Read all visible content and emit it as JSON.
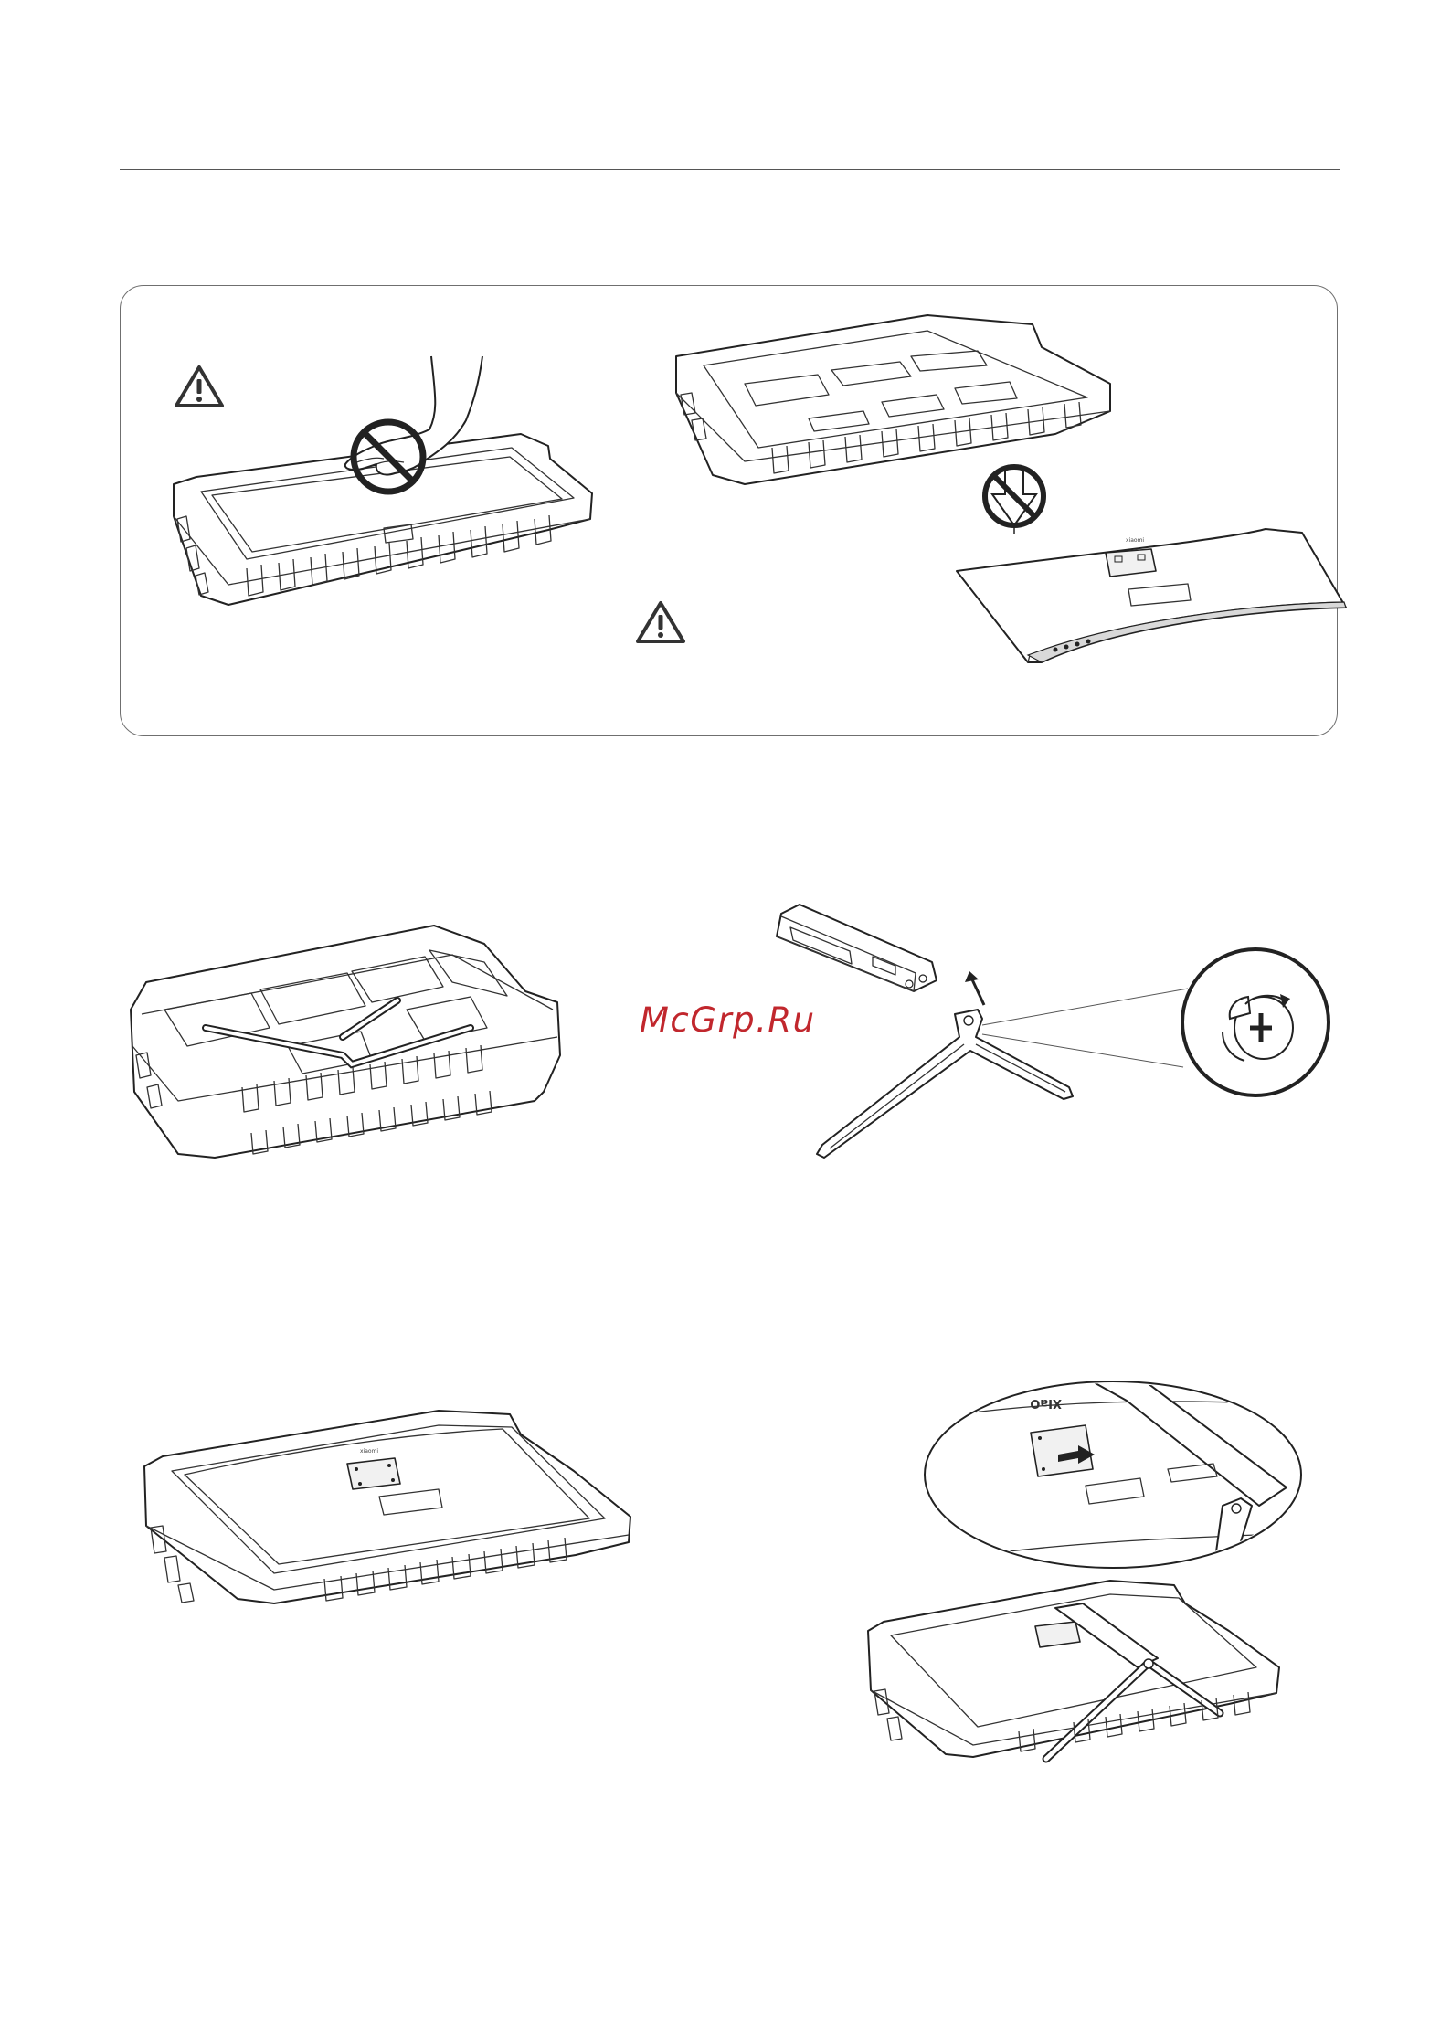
{
  "watermark": {
    "text": "McGrp.Ru",
    "color": "#c1272d"
  },
  "brand": {
    "back_logo": "xiaomi",
    "callout_logo": "XIaO"
  },
  "icons": {
    "warning": "warning-triangle-icon",
    "prohibit": "no-entry-icon",
    "rotate": "rotate-arrow-icon"
  }
}
